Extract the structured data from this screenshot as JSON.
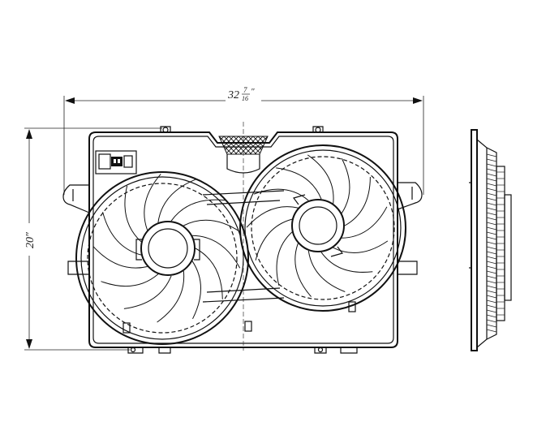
{
  "dimensions": {
    "width_whole": "32",
    "width_num": "7",
    "width_den": "16",
    "width_unit": "″",
    "height_label": "20″"
  }
}
